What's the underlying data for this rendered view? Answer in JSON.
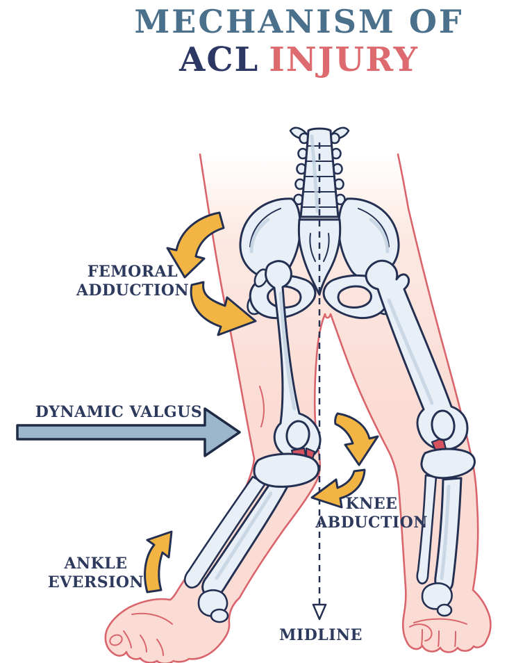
{
  "title": {
    "line1": "MECHANISM OF",
    "line2_dark": "ACL",
    "line2_red": "INJURY"
  },
  "labels": {
    "femoral_adduction": {
      "line1": "FEMORAL",
      "line2": "ADDUCTION"
    },
    "dynamic_valgus": "DYNAMIC VALGUS",
    "knee_abduction": {
      "line1": "KNEE",
      "line2": "ABDUCTION"
    },
    "ankle_eversion": {
      "line1": "ANKLE",
      "line2": "EVERSION"
    },
    "midline": "MIDLINE"
  },
  "theme": {
    "title_blue": "#4a708c",
    "title_navy": "#2c3763",
    "title_red": "#dd6a6e",
    "label_color": "#2d3a5e",
    "skin_fill": "#fbdcd4",
    "skin_mid": "#fce9e2",
    "skin_light": "#ffffff",
    "skin_outline": "#d9646c",
    "bone_fill": "#e9eff6",
    "bone_shade": "#c2d2e2",
    "bone_outline": "#243052",
    "arrow_yellow": "#f2b544",
    "arrow_blue": "#9cb7cb",
    "ligament_red": "#d5525e",
    "background": "#ffffff"
  }
}
